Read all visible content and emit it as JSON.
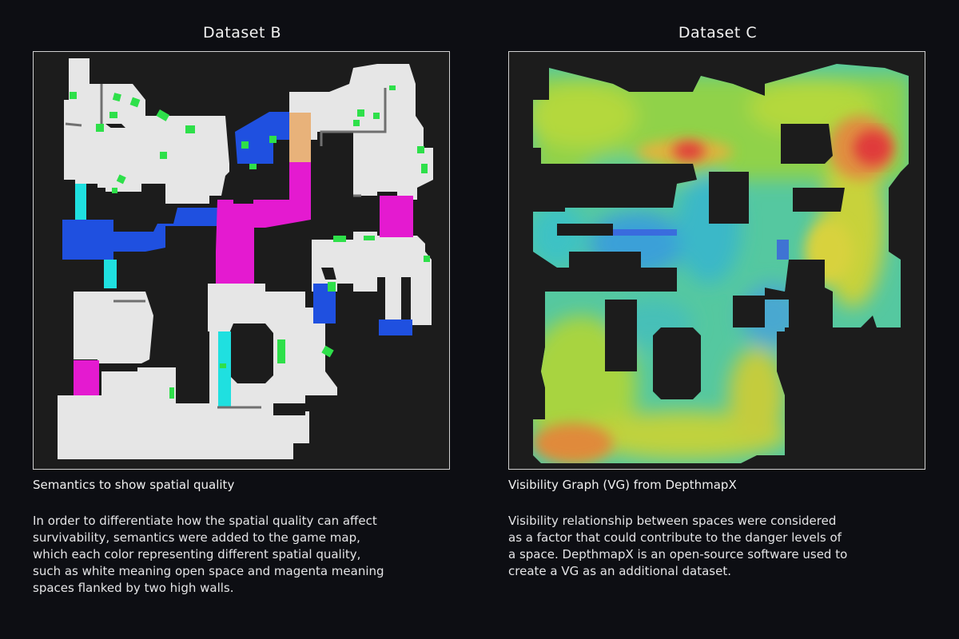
{
  "panels": [
    {
      "title": "Dataset B",
      "subtitle": "Semantics to show spatial quality",
      "description_lines": [
        "In order to differentiate how the spatial quality can affect",
        "survivability, semantics were added to the game map,",
        "which each color representing different spatial quality,",
        "such as white meaning open space and magenta meaning",
        "spaces flanked by two high walls."
      ],
      "colors": {
        "background": "#1c1c1c",
        "open_space": "#e6e6e6",
        "flanked_by_high_walls": "#e41ad0",
        "blue_zone": "#1f50e0",
        "cyan_corridor": "#1fe0e0",
        "orange_zone": "#e8b27a",
        "cover": "#2ee04a"
      }
    },
    {
      "title": "Dataset C",
      "subtitle": "Visibility Graph (VG) from DepthmapX",
      "description_lines": [
        "Visibility relationship between spaces were considered",
        "as a factor that could contribute to the danger levels of",
        "a space. DepthmapX is an open-source software used to",
        "create a VG as an additional dataset."
      ],
      "colors": {
        "low_visibility": "#3a5ee0",
        "mid_low": "#2ec6c8",
        "mid": "#72d45a",
        "mid_high": "#d8d23c",
        "high": "#e08a3a",
        "peak": "#e03a3a"
      }
    }
  ]
}
